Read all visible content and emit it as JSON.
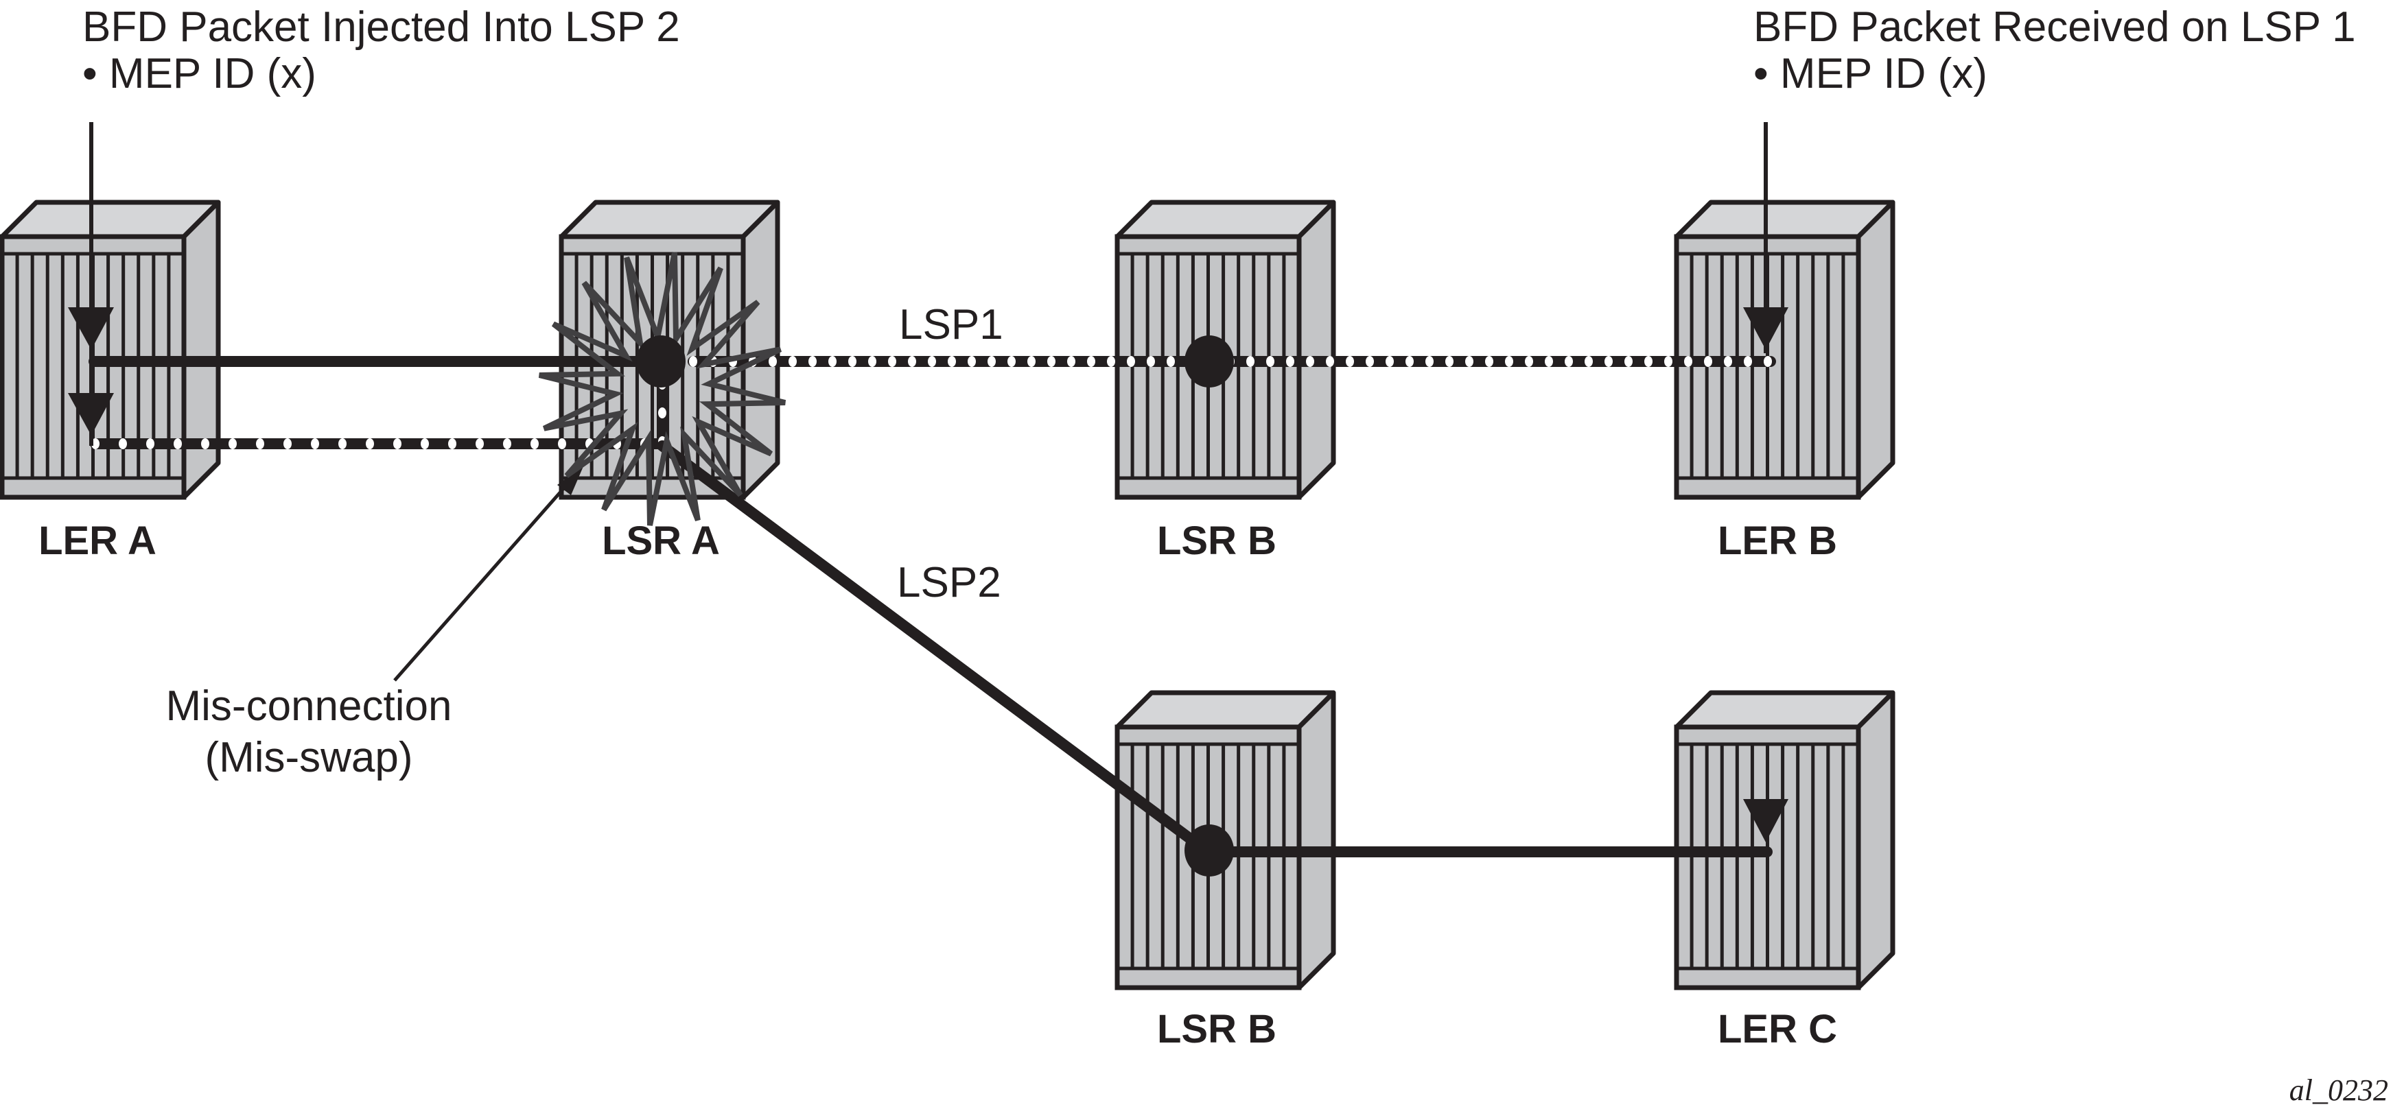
{
  "figure_id": "al_0232",
  "annotations": {
    "injected_title": "BFD Packet Injected Into LSP 2",
    "injected_bullet": "• MEP ID (x)",
    "received_title": "BFD Packet Received on LSP 1",
    "received_bullet": "• MEP ID (x)",
    "misconnection_line1": "Mis-connection",
    "misconnection_line2": "(Mis-swap)"
  },
  "lsp_labels": {
    "lsp1": "LSP1",
    "lsp2": "LSP2"
  },
  "nodes": [
    {
      "id": "ler-a",
      "label": "LER A"
    },
    {
      "id": "lsr-a",
      "label": "LSR A",
      "fault": "mis-connection"
    },
    {
      "id": "lsr-b-top",
      "label": "LSR B"
    },
    {
      "id": "ler-b",
      "label": "LER B"
    },
    {
      "id": "lsr-b-bottom",
      "label": "LSR B"
    },
    {
      "id": "ler-c",
      "label": "LER C"
    }
  ],
  "links": [
    {
      "from": "LER A",
      "to": "LSR A",
      "lsp": "LSP1",
      "style": "solid"
    },
    {
      "from": "LER A",
      "to": "LSR A",
      "lsp": "LSP2",
      "style": "dotted"
    },
    {
      "from": "LSR A",
      "to": "LSR B",
      "lsp": "LSP1",
      "style": "dotted"
    },
    {
      "from": "LSR B",
      "to": "LER B",
      "lsp": "LSP1",
      "style": "dotted"
    },
    {
      "from": "LSR A",
      "to": "LSR B",
      "lsp": "LSP2",
      "style": "solid"
    },
    {
      "from": "LSR B",
      "to": "LER C",
      "lsp": "LSP2",
      "style": "solid"
    }
  ],
  "colors": {
    "ink": "#231f20",
    "chassis_front": "#c4c5c7",
    "chassis_top": "#d5d6d8",
    "burst": "#414042",
    "background": "#ffffff"
  }
}
